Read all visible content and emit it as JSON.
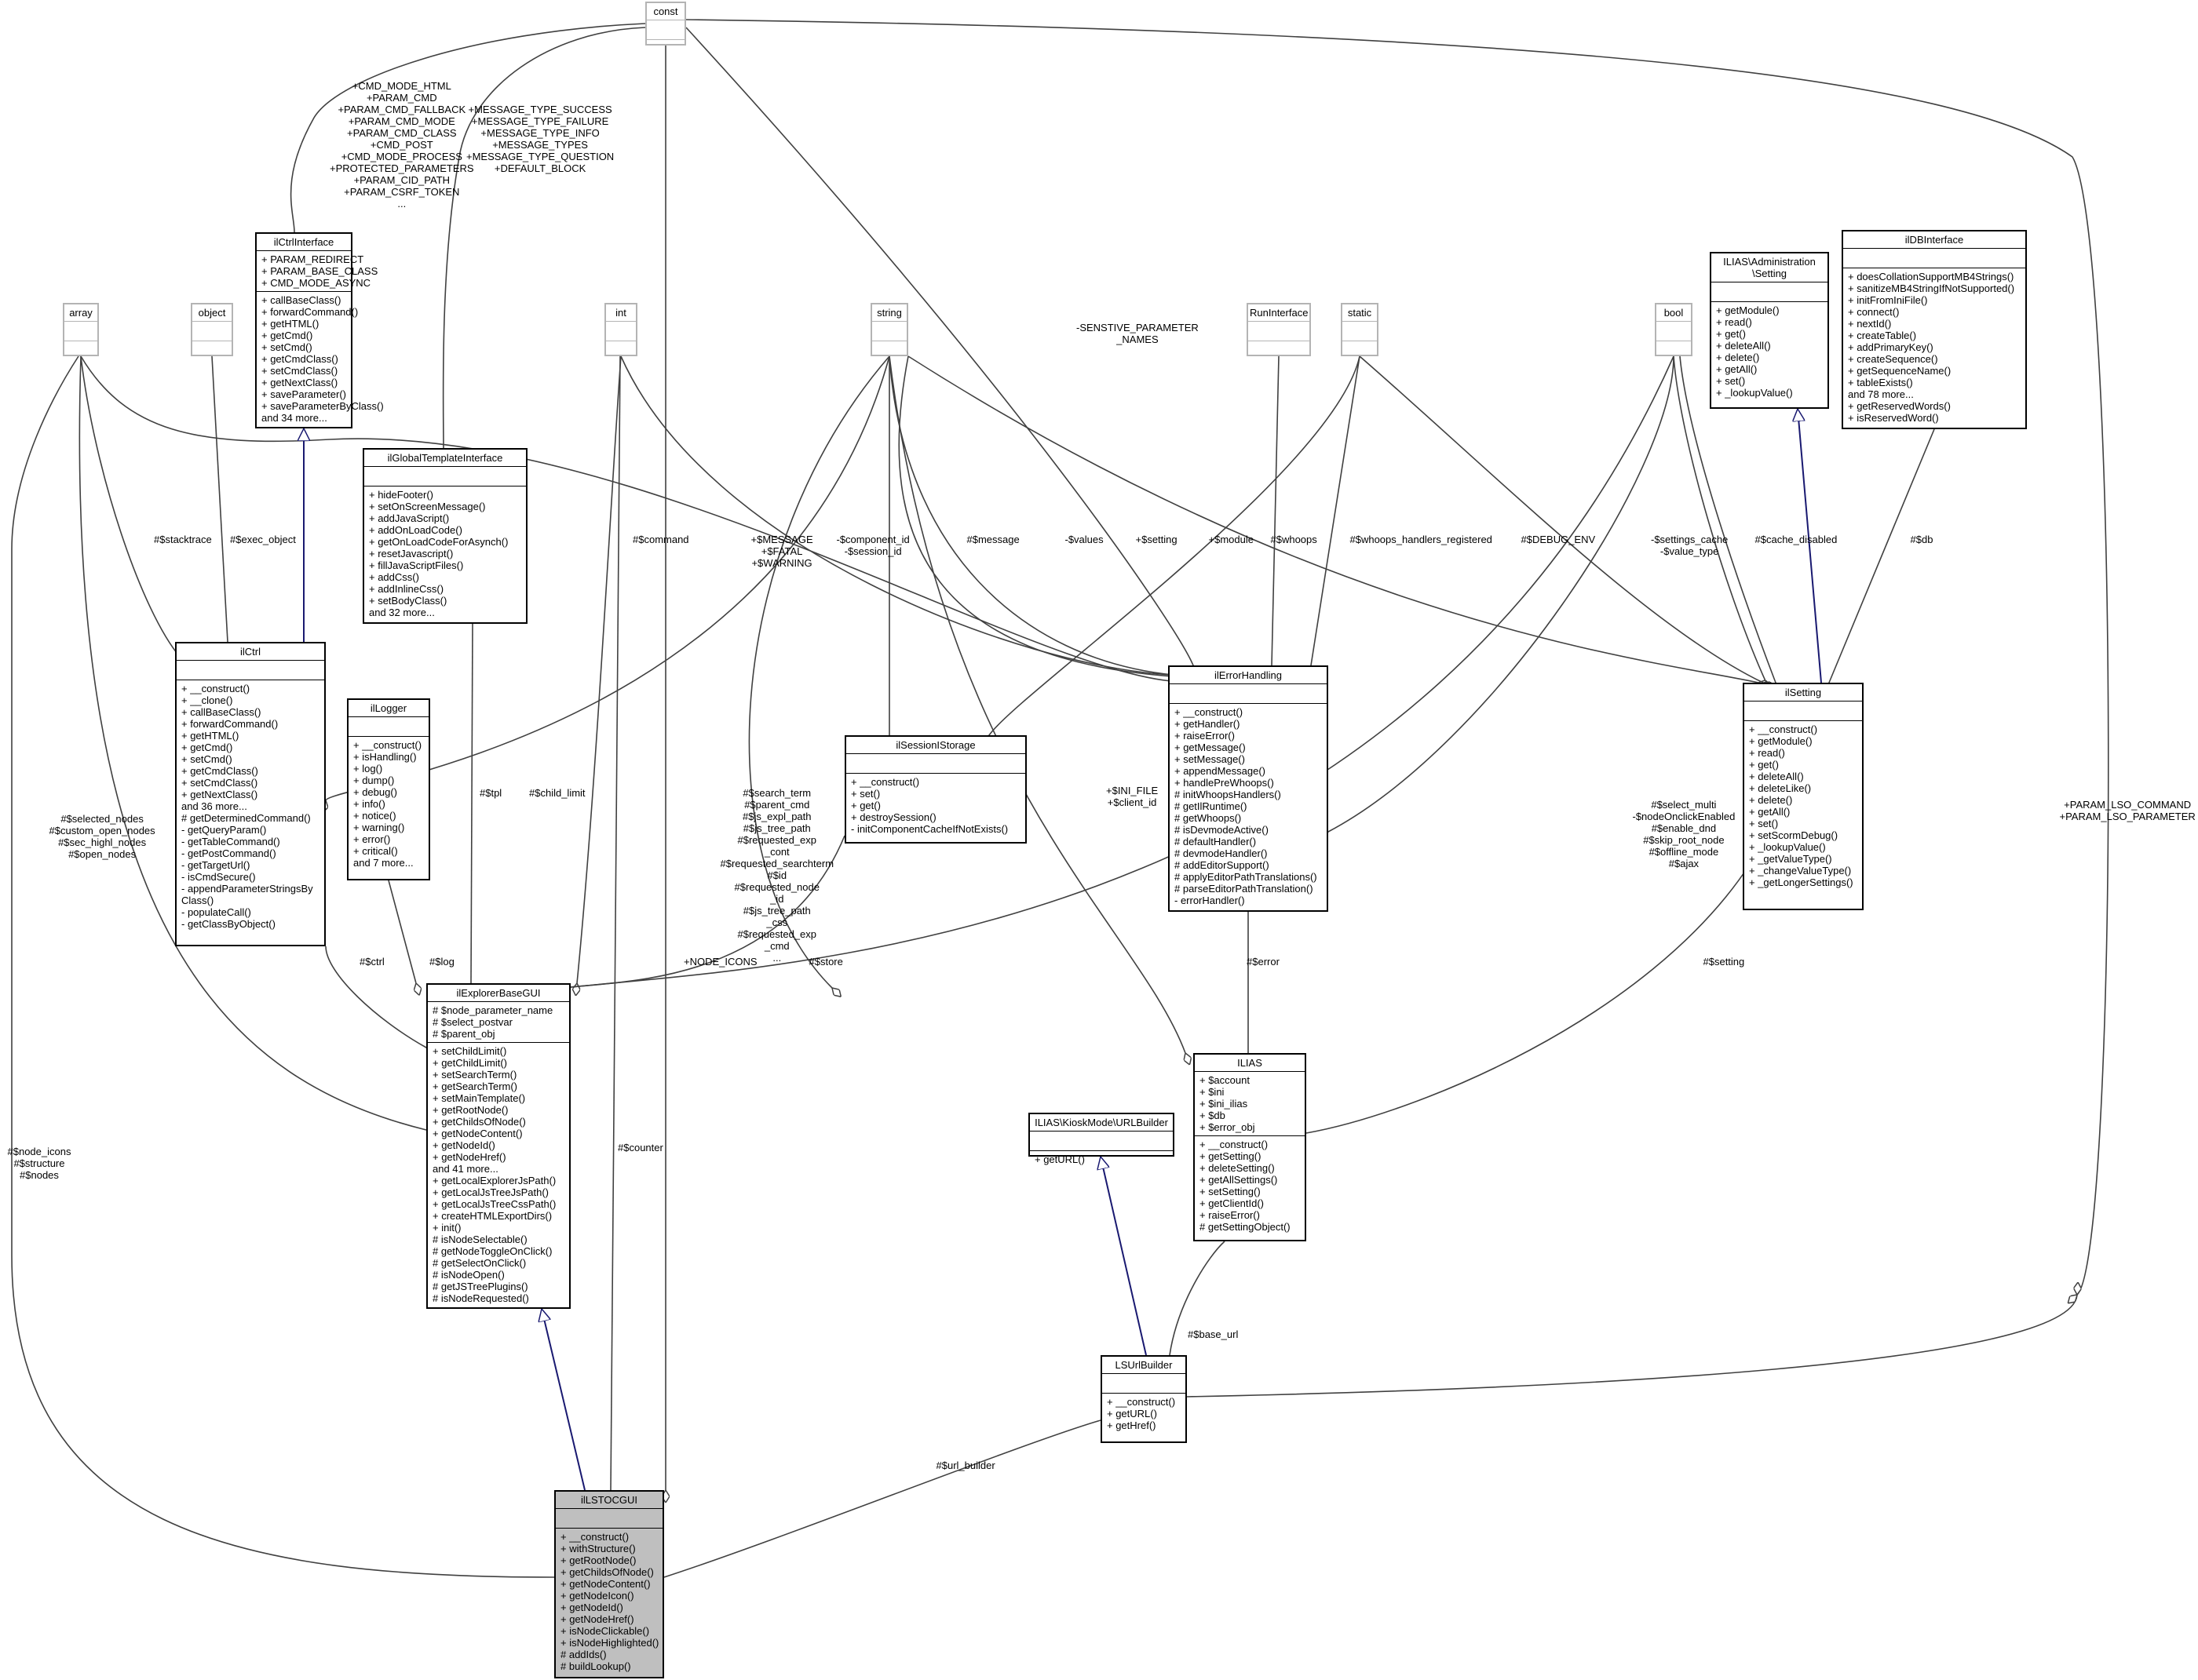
{
  "classes": [
    {
      "id": "const",
      "title": "const",
      "attrs": [],
      "methods": [],
      "gray": true
    },
    {
      "id": "array",
      "title": "array",
      "attrs": [],
      "methods": [],
      "gray": true
    },
    {
      "id": "object",
      "title": "object",
      "attrs": [],
      "methods": [],
      "gray": true
    },
    {
      "id": "int",
      "title": "int",
      "attrs": [],
      "methods": [],
      "gray": true
    },
    {
      "id": "string",
      "title": "string",
      "attrs": [],
      "methods": [],
      "gray": true
    },
    {
      "id": "runinterface",
      "title": "RunInterface",
      "attrs": [],
      "methods": [],
      "gray": true
    },
    {
      "id": "static",
      "title": "static",
      "attrs": [],
      "methods": [],
      "gray": true
    },
    {
      "id": "bool",
      "title": "bool",
      "attrs": [],
      "methods": [],
      "gray": true
    },
    {
      "id": "ilctrlinterface",
      "title": "ilCtrlInterface",
      "attrs": [
        "+ PARAM_REDIRECT",
        "+ PARAM_BASE_CLASS",
        "+ CMD_MODE_ASYNC"
      ],
      "methods": [
        "+ callBaseClass()",
        "+ forwardCommand()",
        "+ getHTML()",
        "+ getCmd()",
        "+ setCmd()",
        "+ getCmdClass()",
        "+ setCmdClass()",
        "+ getNextClass()",
        "+ saveParameter()",
        "+ saveParameterByClass()",
        "and 34 more..."
      ]
    },
    {
      "id": "ilglobaltemplateinterface",
      "title": "ilGlobalTemplateInterface",
      "attrs": [],
      "methods": [
        "+ hideFooter()",
        "+ setOnScreenMessage()",
        "+ addJavaScript()",
        "+ addOnLoadCode()",
        "+ getOnLoadCodeForAsynch()",
        "+ resetJavascript()",
        "+ fillJavaScriptFiles()",
        "+ addCss()",
        "+ addInlineCss()",
        "+ setBodyClass()",
        "and 32 more..."
      ]
    },
    {
      "id": "ilctrl",
      "title": "ilCtrl",
      "attrs": [],
      "methods": [
        "+ __construct()",
        "+ __clone()",
        "+ callBaseClass()",
        "+ forwardCommand()",
        "+ getHTML()",
        "+ getCmd()",
        "+ setCmd()",
        "+ getCmdClass()",
        "+ setCmdClass()",
        "+ getNextClass()",
        "and 36 more...",
        "# getDeterminedCommand()",
        "- getQueryParam()",
        "- getTableCommand()",
        "- getPostCommand()",
        "- getTargetUrl()",
        "- isCmdSecure()",
        "- appendParameterStringsBy",
        "Class()",
        "- populateCall()",
        "- getClassByObject()"
      ]
    },
    {
      "id": "illogger",
      "title": "ilLogger",
      "attrs": [],
      "methods": [
        "+ __construct()",
        "+ isHandling()",
        "+ log()",
        "+ dump()",
        "+ debug()",
        "+ info()",
        "+ notice()",
        "+ warning()",
        "+ error()",
        "+ critical()",
        "and 7 more..."
      ]
    },
    {
      "id": "ilsessionistorage",
      "title": "ilSessionIStorage",
      "attrs": [],
      "methods": [
        "+ __construct()",
        "+ set()",
        "+ get()",
        "+ destroySession()",
        "- initComponentCacheIfNotExists()"
      ]
    },
    {
      "id": "ilerrorhandling",
      "title": "ilErrorHandling",
      "attrs": [],
      "methods": [
        "+ __construct()",
        "+ getHandler()",
        "+ raiseError()",
        "+ getMessage()",
        "+ setMessage()",
        "+ appendMessage()",
        "+ handlePreWhoops()",
        "# initWhoopsHandlers()",
        "# getIlRuntime()",
        "# getWhoops()",
        "# isDevmodeActive()",
        "# defaultHandler()",
        "# devmodeHandler()",
        "# addEditorSupport()",
        "# applyEditorPathTranslations()",
        "# parseEditorPathTranslation()",
        "- errorHandler()"
      ]
    },
    {
      "id": "iliassetting",
      "title": "ILIAS\\Administration\n\\Setting",
      "attrs": [],
      "methods": [
        "+ getModule()",
        "+ read()",
        "+ get()",
        "+ deleteAll()",
        "+ delete()",
        "+ getAll()",
        "+ set()",
        "+ _lookupValue()"
      ]
    },
    {
      "id": "ildbinterface",
      "title": "ilDBInterface",
      "attrs": [],
      "methods": [
        "+ doesCollationSupportMB4Strings()",
        "+ sanitizeMB4StringIfNotSupported()",
        "+ initFromIniFile()",
        "+ connect()",
        "+ nextId()",
        "+ createTable()",
        "+ addPrimaryKey()",
        "+ createSequence()",
        "+ getSequenceName()",
        "+ tableExists()",
        "and 78 more...",
        "+ getReservedWords()",
        "+ isReservedWord()"
      ]
    },
    {
      "id": "ilsetting",
      "title": "ilSetting",
      "attrs": [],
      "methods": [
        "+ __construct()",
        "+ getModule()",
        "+ read()",
        "+ get()",
        "+ deleteAll()",
        "+ deleteLike()",
        "+ delete()",
        "+ getAll()",
        "+ set()",
        "+ setScormDebug()",
        "+ _lookupValue()",
        "+ _getValueType()",
        "+ _changeValueType()",
        "+ _getLongerSettings()"
      ]
    },
    {
      "id": "ilexplorerbasegui",
      "title": "ilExplorerBaseGUI",
      "attrs": [
        "# $node_parameter_name",
        "# $select_postvar",
        "# $parent_obj"
      ],
      "methods": [
        "+ setChildLimit()",
        "+ getChildLimit()",
        "+ setSearchTerm()",
        "+ getSearchTerm()",
        "+ setMainTemplate()",
        "+ getRootNode()",
        "+ getChildsOfNode()",
        "+ getNodeContent()",
        "+ getNodeId()",
        "+ getNodeHref()",
        "and 41 more...",
        "+ getLocalExplorerJsPath()",
        "+ getLocalJsTreeJsPath()",
        "+ getLocalJsTreeCssPath()",
        "+ createHTMLExportDirs()",
        "+ init()",
        "# isNodeSelectable()",
        "# getNodeToggleOnClick()",
        "# getSelectOnClick()",
        "# isNodeOpen()",
        "# getJSTreePlugins()",
        "# isNodeRequested()"
      ]
    },
    {
      "id": "ilias",
      "title": "ILIAS",
      "attrs": [
        "+ $account",
        "+ $ini",
        "+ $ini_ilias",
        "+ $db",
        "+ $error_obj"
      ],
      "methods": [
        "+ __construct()",
        "+ getSetting()",
        "+ deleteSetting()",
        "+ getAllSettings()",
        "+ setSetting()",
        "+ getClientId()",
        "+ raiseError()",
        "# getSettingObject()"
      ]
    },
    {
      "id": "kioskurlbuilder",
      "title": "ILIAS\\KioskMode\\URLBuilder",
      "attrs": [],
      "methods": [
        "+ getURL()"
      ]
    },
    {
      "id": "lsurlbuilder",
      "title": "LSUrlBuilder",
      "attrs": [],
      "methods": [
        "+ __construct()",
        "+ getURL()",
        "+ getHref()"
      ]
    },
    {
      "id": "ilstocgui",
      "title": "ilLSTOCGUI",
      "attrs": [],
      "methods": [
        "+ __construct()",
        "+ withStructure()",
        "+ getRootNode()",
        "+ getChildsOfNode()",
        "+ getNodeContent()",
        "+ getNodeIcon()",
        "+ getNodeId()",
        "+ getNodeHref()",
        "+ isNodeClickable()",
        "+ isNodeHighlighted()",
        "# addIds()",
        "# buildLookup()"
      ],
      "highlight": true
    }
  ],
  "edge_labels": [
    {
      "id": "l_ctrlif",
      "text": "+CMD_MODE_HTML\n+PARAM_CMD\n+PARAM_CMD_FALLBACK\n+PARAM_CMD_MODE\n+PARAM_CMD_CLASS\n+CMD_POST\n+CMD_MODE_PROCESS\n+PROTECTED_PARAMETERS\n+PARAM_CID_PATH\n+PARAM_CSRF_TOKEN\n..."
    },
    {
      "id": "l_msg",
      "text": "+MESSAGE_TYPE_SUCCESS\n+MESSAGE_TYPE_FAILURE\n+MESSAGE_TYPE_INFO\n+MESSAGE_TYPES\n+MESSAGE_TYPE_QUESTION\n+DEFAULT_BLOCK"
    },
    {
      "id": "l_sens",
      "text": "-SENSTIVE_PARAMETER\n_NAMES"
    },
    {
      "id": "l_stack",
      "text": "#$stacktrace"
    },
    {
      "id": "l_exec",
      "text": "#$exec_object"
    },
    {
      "id": "l_cmd",
      "text": "#$command"
    },
    {
      "id": "l_mfatal",
      "text": "+$MESSAGE\n+$FATAL\n+$WARNING"
    },
    {
      "id": "l_comp",
      "text": "-$component_id\n-$session_id"
    },
    {
      "id": "l_message",
      "text": "#$message"
    },
    {
      "id": "l_values",
      "text": "-$values"
    },
    {
      "id": "l_setting",
      "text": "+$setting"
    },
    {
      "id": "l_module",
      "text": "+$module"
    },
    {
      "id": "l_whoops",
      "text": "#$whoops"
    },
    {
      "id": "l_whreg",
      "text": "#$whoops_handlers_registered"
    },
    {
      "id": "l_debug",
      "text": "#$DEBUG_ENV"
    },
    {
      "id": "l_scache",
      "text": "-$settings_cache\n-$value_type"
    },
    {
      "id": "l_cachedis",
      "text": "#$cache_disabled"
    },
    {
      "id": "l_db",
      "text": "#$db"
    },
    {
      "id": "l_tpl",
      "text": "#$tpl"
    },
    {
      "id": "l_childlimit",
      "text": "#$child_limit"
    },
    {
      "id": "l_search",
      "text": "#$search_term\n#$parent_cmd\n#$js_expl_path\n#$js_tree_path\n#$requested_exp\n_cont\n#$requested_searchterm\n#$id\n#$requested_node\n_id\n#$js_tree_path\n_css\n#$requested_exp\n_cmd\n..."
    },
    {
      "id": "l_selnodes",
      "text": "#$selected_nodes\n#$custom_open_nodes\n#$sec_highl_nodes\n#$open_nodes"
    },
    {
      "id": "l_inifile",
      "text": "+$INI_FILE\n+$client_id"
    },
    {
      "id": "l_selmulti",
      "text": "#$select_multi\n-$nodeOnclickEnabled\n#$enable_dnd\n#$skip_root_node\n#$offline_mode\n#$ajax"
    },
    {
      "id": "l_paramlso",
      "text": "+PARAM_LSO_COMMAND\n+PARAM_LSO_PARAMETER"
    },
    {
      "id": "l_ctrl",
      "text": "#$ctrl"
    },
    {
      "id": "l_log",
      "text": "#$log"
    },
    {
      "id": "l_nodeicons",
      "text": "+NODE_ICONS"
    },
    {
      "id": "l_store",
      "text": "#$store"
    },
    {
      "id": "l_error",
      "text": "#$error"
    },
    {
      "id": "l_setting2",
      "text": "#$setting"
    },
    {
      "id": "l_nodeicons2",
      "text": "#$node_icons\n#$structure\n#$nodes"
    },
    {
      "id": "l_counter",
      "text": "#$counter"
    },
    {
      "id": "l_baseurl",
      "text": "#$base_url"
    },
    {
      "id": "l_urlbuilder",
      "text": "#$url_builder"
    }
  ],
  "colors": {
    "line": "#404040",
    "inherit": "#191970",
    "gray_border": "#b4b4b4",
    "highlight": "#bfbfbf"
  }
}
